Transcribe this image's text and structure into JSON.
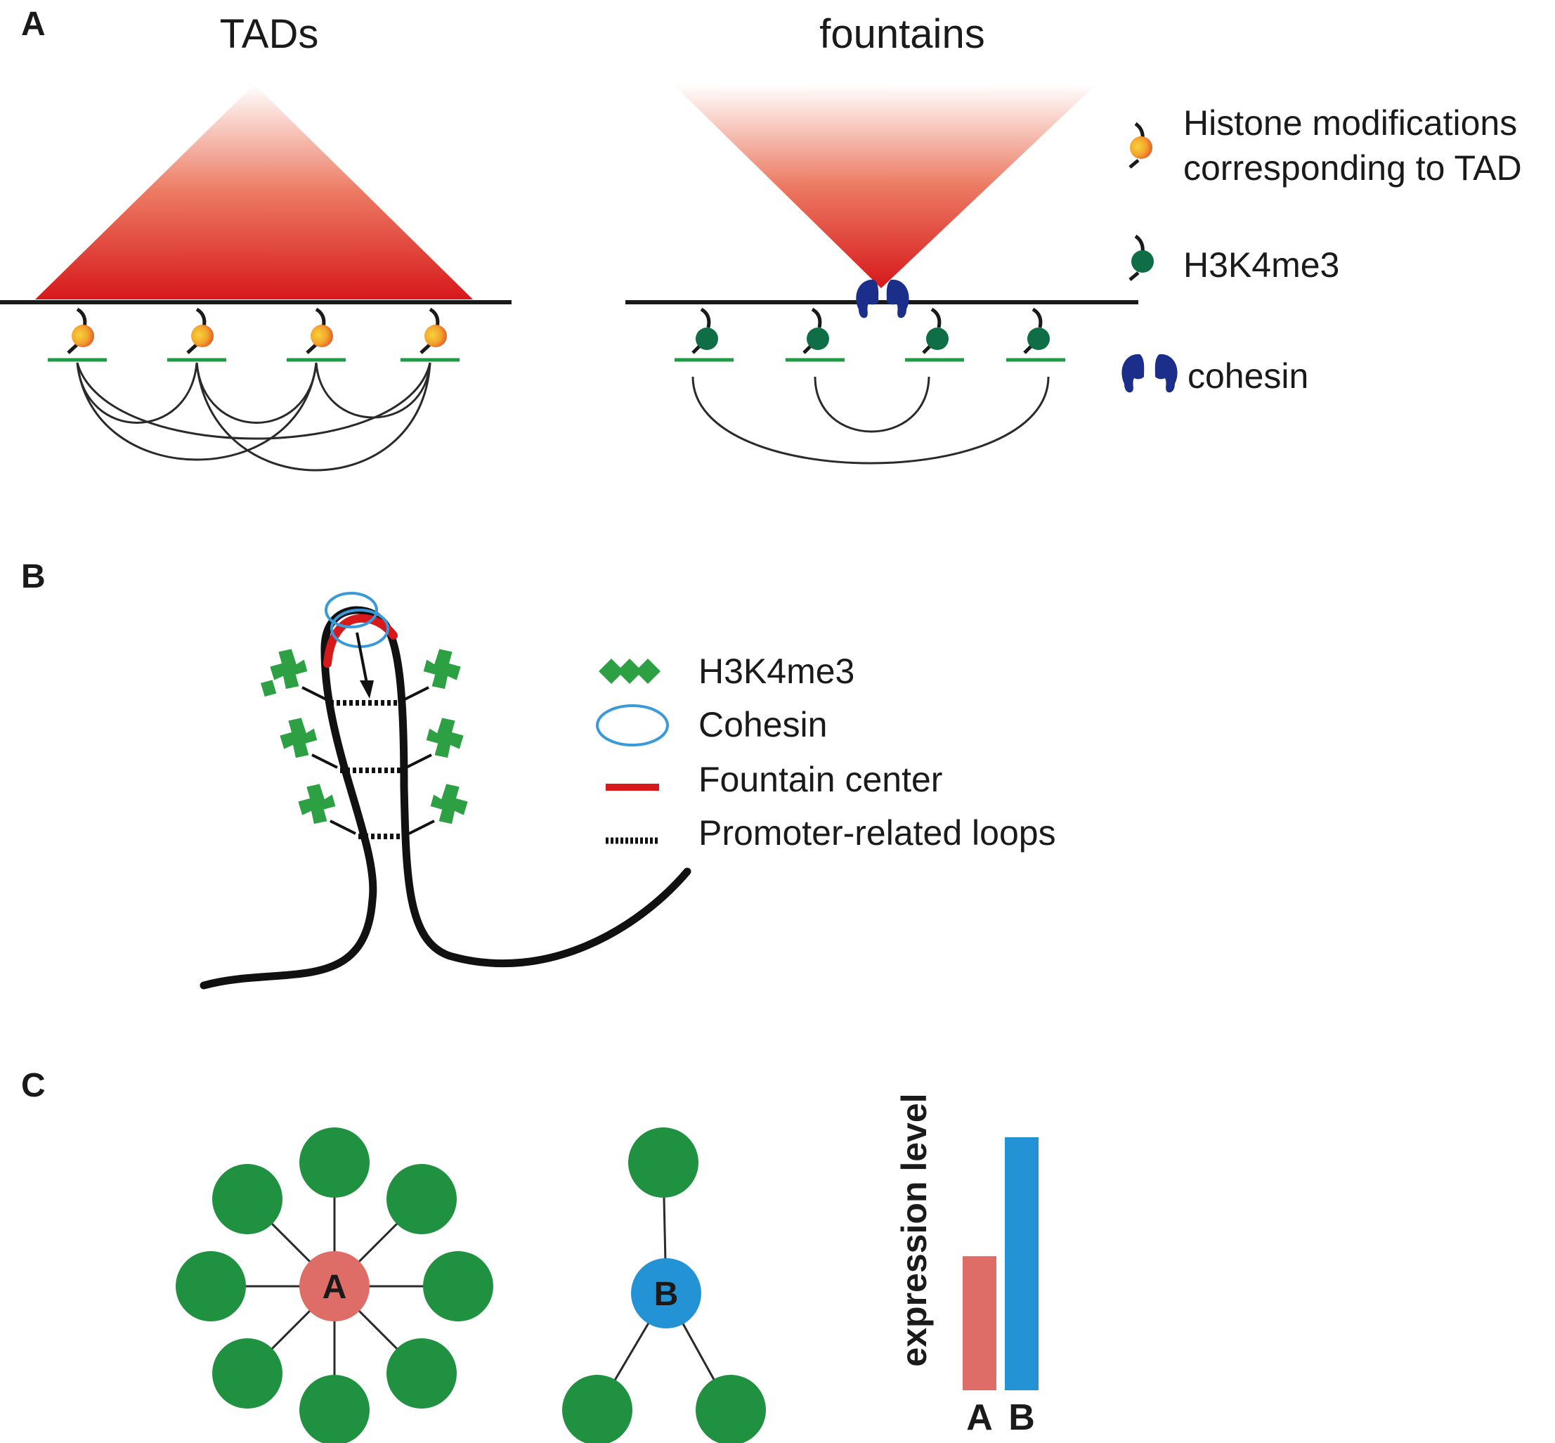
{
  "panels": {
    "a": {
      "letter": "A",
      "left_title": "TADs",
      "right_title": "fountains",
      "legend": {
        "histone_line1": "Histone modifications",
        "histone_line2": "corresponding to TAD",
        "h3k4me3": "H3K4me3",
        "cohesin": "cohesin"
      }
    },
    "b": {
      "letter": "B",
      "legend": {
        "h3k4me3": "H3K4me3",
        "cohesin": "Cohesin",
        "fountain_center": "Fountain center",
        "promoter_loops": "Promoter-related loops"
      }
    },
    "c": {
      "letter": "C",
      "hub_a_label": "A",
      "hub_b_label": "B",
      "hub_a_neighbors": 8,
      "hub_b_neighbors": 3
    }
  },
  "chart_data": {
    "type": "bar",
    "categories": [
      "A",
      "B"
    ],
    "values": [
      0.53,
      1.0
    ],
    "colors": [
      "#df6d67",
      "#2393d6"
    ],
    "ylabel": "expression level",
    "ylim": [
      0,
      1.05
    ]
  },
  "colors": {
    "tad_red": "#d7191c",
    "green_line": "#1f9a45",
    "green_node": "#1f9140",
    "h3k4me3_dark": "#0f6e46",
    "cohesin_blue": "#1b2f8a",
    "cohesin_ring": "#3a9ad9",
    "hub_a": "#df6d67",
    "hub_b": "#2393d6"
  }
}
